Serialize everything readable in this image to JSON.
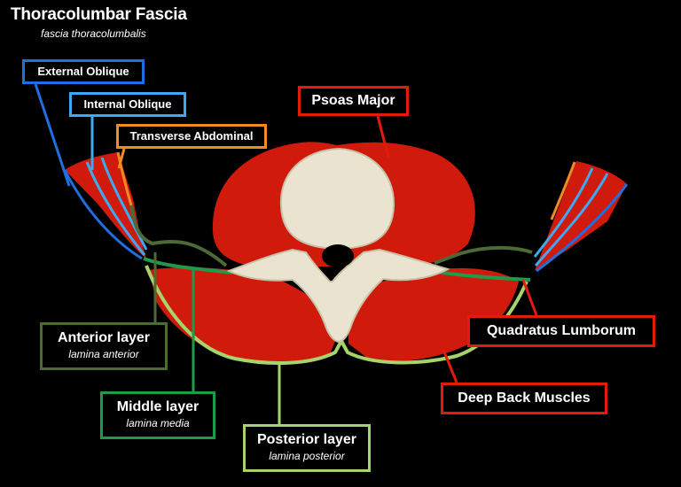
{
  "header": {
    "title": "Thoracolumbar Fascia",
    "subtitle": "fascia thoracolumbalis"
  },
  "labels": {
    "external_oblique": "External Oblique",
    "internal_oblique": "Internal Oblique",
    "transverse_abdominal": "Transverse Abdominal",
    "psoas_major": "Psoas Major",
    "quadratus_lumborum": "Quadratus Lumborum",
    "deep_back_muscles": "Deep Back Muscles",
    "anterior_layer": {
      "name": "Anterior layer",
      "latin": "lamina anterior"
    },
    "middle_layer": {
      "name": "Middle layer",
      "latin": "lamina media"
    },
    "posterior_layer": {
      "name": "Posterior layer",
      "latin": "lamina posterior"
    }
  },
  "colors": {
    "background": "#000000",
    "muscle": "#d01a0b",
    "bone": "#e9e3cf",
    "external_oblique": "#1f6fe0",
    "internal_oblique": "#3ea9f0",
    "transverse_abdominal": "#f08a24",
    "red_label": "#e21b0f",
    "anterior_layer": "#4c6a36",
    "middle_layer": "#1f9a4a",
    "posterior_layer": "#a6d46a"
  }
}
